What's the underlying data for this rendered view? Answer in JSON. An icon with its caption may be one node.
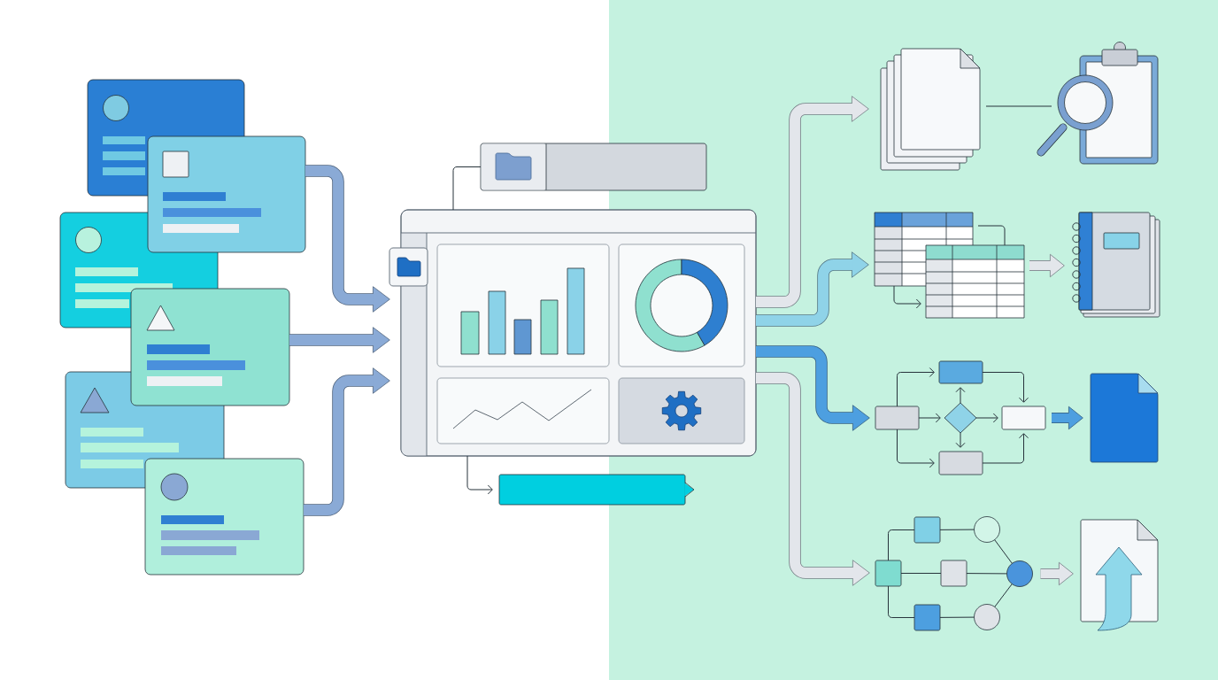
{
  "diagram": {
    "nodes": [
      {
        "text": [],
        "shape": "box"
      },
      {
        "text": [],
        "shape": "box"
      },
      {
        "text": [],
        "shape": "box"
      },
      {
        "text": [],
        "shape": "box"
      },
      {
        "text": [],
        "shape": "box"
      },
      {
        "text": [],
        "shape": "box"
      },
      {
        "text": [],
        "shape": "bar"
      },
      {
        "text": [],
        "shape": "picture"
      },
      {
        "text": [],
        "shape": "bar"
      },
      {
        "text": [],
        "shape": "box"
      },
      {
        "text": [],
        "shape": "picture"
      },
      {
        "text": [],
        "shape": "picture"
      },
      {
        "text": [],
        "shape": "picture"
      },
      {
        "text": [],
        "shape": "picture"
      },
      {
        "text": [],
        "shape": "box"
      },
      {
        "text": [],
        "shape": "box"
      },
      {
        "text": [],
        "shape": "diamond"
      },
      {
        "text": [],
        "shape": "box"
      },
      {
        "text": [],
        "shape": "box"
      },
      {
        "text": [],
        "shape": "picture"
      },
      {
        "text": [],
        "shape": "box"
      },
      {
        "text": [],
        "shape": "box"
      },
      {
        "text": [],
        "shape": "circle"
      },
      {
        "text": [],
        "shape": "box"
      },
      {
        "text": [],
        "shape": "circle"
      },
      {
        "text": [],
        "shape": "box"
      },
      {
        "text": [],
        "shape": "circle"
      },
      {
        "text": [],
        "shape": "picture"
      }
    ],
    "edges": [
      {
        "from": 1,
        "to": 7,
        "arrow": "to",
        "style": "thick",
        "color": "#8aaad6"
      },
      {
        "from": 3,
        "to": 7,
        "arrow": "to",
        "style": "thick",
        "color": "#8aaad6"
      },
      {
        "from": 5,
        "to": 7,
        "arrow": "to",
        "style": "thick",
        "color": "#8aaad6"
      },
      {
        "from": 7,
        "to": 6,
        "arrow": "none"
      },
      {
        "from": 7,
        "to": 8,
        "arrow": "to"
      },
      {
        "from": 7,
        "to": 9,
        "arrow": "to",
        "style": "thick",
        "color": "#e3e6eb"
      },
      {
        "from": 7,
        "to": 11,
        "arrow": "to",
        "style": "thick",
        "color": "#8fd3e8"
      },
      {
        "from": 7,
        "to": 14,
        "arrow": "to",
        "style": "thick",
        "color": "#4d9fe0"
      },
      {
        "from": 7,
        "to": 20,
        "arrow": "to",
        "style": "thick",
        "color": "#e3e6eb"
      },
      {
        "from": 9,
        "to": 10,
        "arrow": "none"
      },
      {
        "from": 11,
        "to": 12,
        "arrow": "none"
      },
      {
        "from": 11,
        "to": 12,
        "arrow": "to"
      },
      {
        "from": 12,
        "to": 13,
        "arrow": "to",
        "style": "thick",
        "color": "#e3e6eb"
      },
      {
        "from": 14,
        "to": 15,
        "arrow": "to"
      },
      {
        "from": 14,
        "to": 16,
        "arrow": "to"
      },
      {
        "from": 14,
        "to": 17,
        "arrow": "to"
      },
      {
        "from": 16,
        "to": 15,
        "arrow": "to"
      },
      {
        "from": 16,
        "to": 17,
        "arrow": "to"
      },
      {
        "from": 16,
        "to": 18,
        "arrow": "to"
      },
      {
        "from": 15,
        "to": 18,
        "arrow": "to"
      },
      {
        "from": 17,
        "to": 18,
        "arrow": "to"
      },
      {
        "from": 18,
        "to": 19,
        "arrow": "to",
        "style": "thick",
        "color": "#4d9fe0"
      },
      {
        "from": 20,
        "to": 21,
        "arrow": "none"
      },
      {
        "from": 20,
        "to": 23,
        "arrow": "none"
      },
      {
        "from": 20,
        "to": 25,
        "arrow": "none"
      },
      {
        "from": 21,
        "to": 22,
        "arrow": "none"
      },
      {
        "from": 23,
        "to": 24,
        "arrow": "none"
      },
      {
        "from": 25,
        "to": 26,
        "arrow": "none"
      },
      {
        "from": 22,
        "to": 24,
        "arrow": "none"
      },
      {
        "from": 26,
        "to": 24,
        "arrow": "none"
      },
      {
        "from": 24,
        "to": 27,
        "arrow": "to",
        "style": "thick",
        "color": "#e3e6eb"
      }
    ]
  }
}
